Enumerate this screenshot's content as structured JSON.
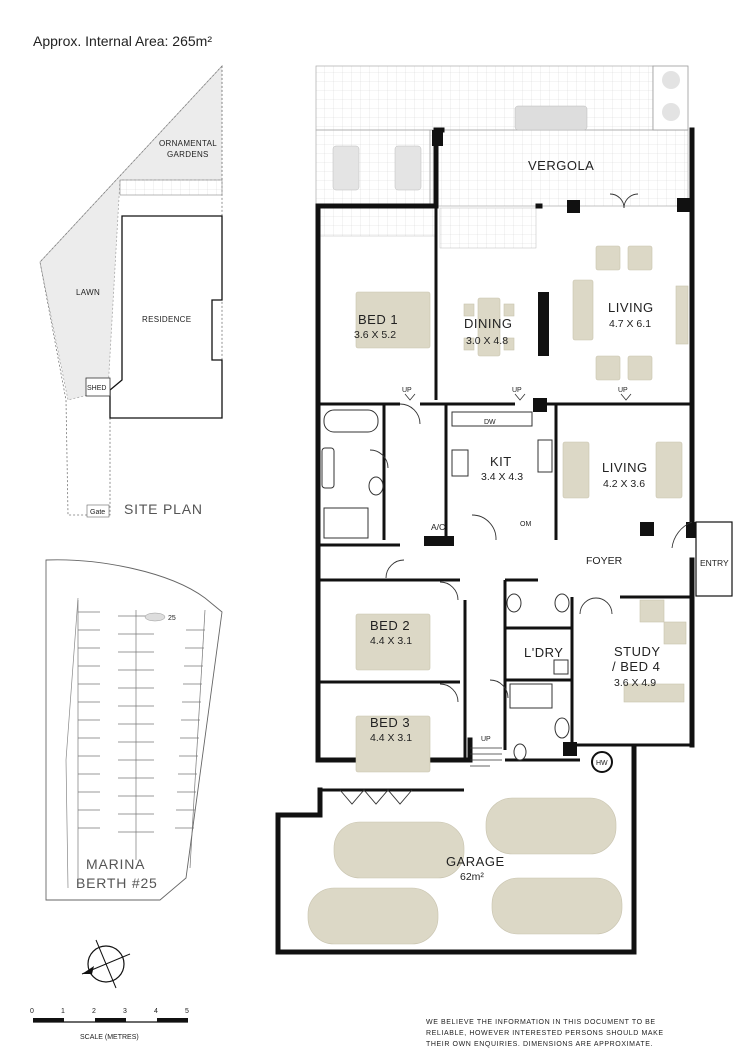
{
  "header": {
    "area": "Approx. Internal Area: 265m²"
  },
  "rooms": {
    "vergola": "VERGOLA",
    "bed1": {
      "name": "BED 1",
      "dim": "3.6 X 5.2"
    },
    "dining": {
      "name": "DINING",
      "dim": "3.0 X 4.8"
    },
    "living1": {
      "name": "LIVING",
      "dim": "4.7 X 6.1"
    },
    "kit": {
      "name": "KIT",
      "dim": "3.4 X 4.3"
    },
    "living2": {
      "name": "LIVING",
      "dim": "4.2 X 3.6"
    },
    "foyer": "FOYER",
    "entry": "ENTRY",
    "ac": "A/C",
    "bed2": {
      "name": "BED 2",
      "dim": "4.4 X 3.1"
    },
    "bed3": {
      "name": "BED 3",
      "dim": "4.4 X 3.1"
    },
    "ldry": "L'DRY",
    "study": {
      "name1": "STUDY",
      "name2": "/ BED 4",
      "dim": "3.6 X 4.9"
    },
    "garage": {
      "name": "GARAGE",
      "dim": "62m²"
    },
    "hw": "HW",
    "dw": "DW",
    "om": "OM",
    "up": "UP"
  },
  "site_plan": {
    "title": "SITE PLAN",
    "gardens_line1": "ORNAMENTAL",
    "gardens_line2": "GARDENS",
    "lawn": "LAWN",
    "residence": "RESIDENCE",
    "shed": "SHED",
    "gate": "Gate"
  },
  "marina": {
    "line1": "MARINA",
    "line2": "BERTH #25",
    "berth_no": "25"
  },
  "scale": {
    "ticks": [
      "0",
      "1",
      "2",
      "3",
      "4",
      "5"
    ],
    "label": "SCALE (METRES)"
  },
  "disclaimer": [
    "WE BELIEVE THE INFORMATION IN THIS DOCUMENT TO BE",
    "RELIABLE, HOWEVER INTERESTED PERSONS SHOULD MAKE",
    "THEIR OWN ENQUIRIES. DIMENSIONS ARE APPROXIMATE."
  ],
  "colors": {
    "wall": "#111111",
    "furniture": "#dcd8c6",
    "lawn": "#ededed",
    "line": "#999999"
  }
}
